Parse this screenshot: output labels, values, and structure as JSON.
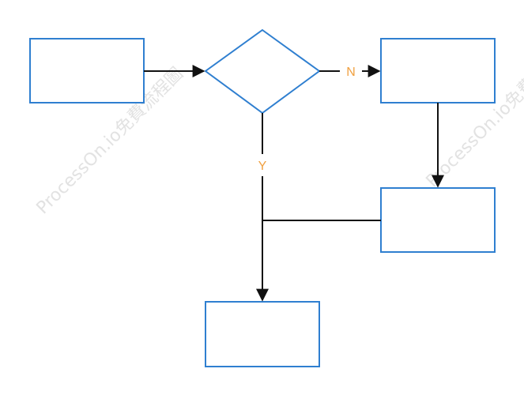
{
  "colors": {
    "node_stroke": "#2f7fd0",
    "edge_stroke": "#111111",
    "label_color": "#f0a040",
    "watermark_color": "#d9d9d9"
  },
  "labels": {
    "no": "N",
    "yes": "Y"
  },
  "watermark": {
    "text": "ProcessOn.io免費流程圖"
  }
}
